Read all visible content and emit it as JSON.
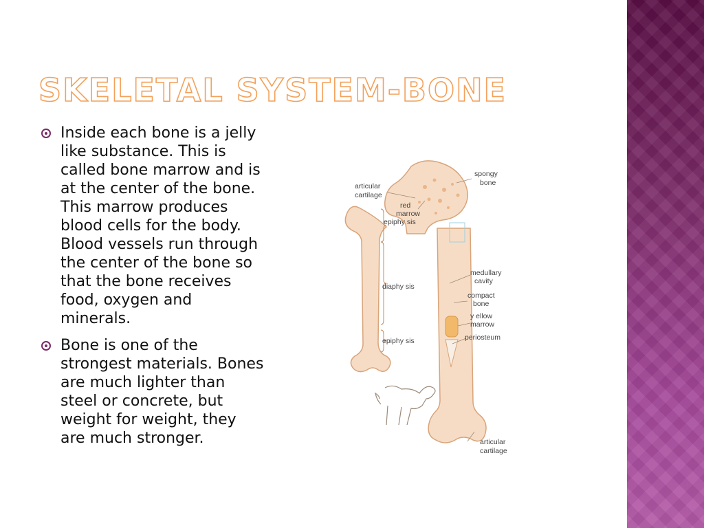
{
  "slide": {
    "title": "Skeletal System-Bone",
    "bullets": [
      {
        "text": "Inside each bone is a jelly\nlike substance. This is\ncalled bone marrow and is\nat the center of the bone.\nThis marrow produces\nblood cells for the body.\nBlood vessels run through\nthe center of the bone so\nthat the bone receives\nfood, oxygen and\nminerals."
      },
      {
        "text": "Bone is one of the\nstrongest materials. Bones\nare much lighter than\nsteel or concrete, but\nweight for weight, they\nare much stronger."
      }
    ]
  },
  "figure": {
    "labels": {
      "articular_cartilage_top_1": "articular",
      "articular_cartilage_top_2": "cartilage",
      "spongy_bone_1": "spongy",
      "spongy_bone_2": "bone",
      "red_marrow_1": "red",
      "red_marrow_2": "marrow",
      "epiphysis_top": "epiphy sis",
      "medullary_cavity_1": "medullary",
      "medullary_cavity_2": "cavity",
      "compact_bone_1": "compact",
      "compact_bone_2": "bone",
      "diaphysis": "diaphy sis",
      "yellow_marrow_1": "y ellow",
      "yellow_marrow_2": "marrow",
      "periosteum": "periosteum",
      "epiphysis_bottom": "epiphy sis",
      "articular_cartilage_bottom_1": "articular",
      "articular_cartilage_bottom_2": "cartilage"
    }
  },
  "colors": {
    "accent": "#f3a15a",
    "band": "#7a2a66",
    "bone": "#f6dcc4",
    "bone_outline": "#d8a47a"
  }
}
